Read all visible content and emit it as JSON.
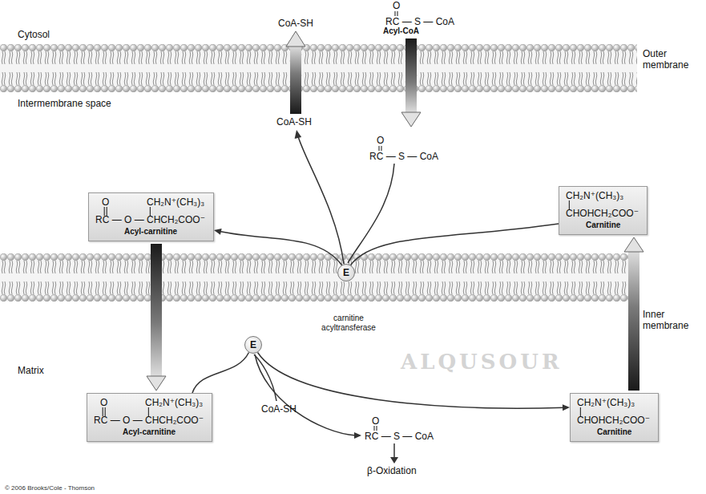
{
  "diagram": {
    "nodes": [
      {
        "text": [
          "O",
          "CH₂N⁺(CH₃)₃",
          "RC — O — CHCH₂COO⁻",
          "Acyl-carnitine"
        ]
      },
      {
        "text": [
          "CH₂N⁺(CH₃)₃",
          "CHOHCH₂COO⁻",
          "Carnitine"
        ]
      },
      {
        "text": [
          "E"
        ]
      },
      {
        "text": [
          "E"
        ]
      },
      {
        "text": [
          "O",
          "CH₂N⁺(CH₃)₃",
          "RC — O — CHCH₂COO⁻",
          "Acyl-carnitine"
        ]
      },
      {
        "text": [
          "CH₂N⁺(CH₃)₃",
          "CHOHCH₂COO⁻",
          "Carnitine"
        ]
      }
    ],
    "edges": [
      {
        "from": 1,
        "to": 2,
        "arrow": "none"
      },
      {
        "from": 2,
        "to": 0,
        "arrow": "to"
      },
      {
        "from": 0,
        "to": 4,
        "arrow": "to"
      },
      {
        "from": 4,
        "to": 3,
        "arrow": "none"
      },
      {
        "from": 3,
        "to": 5,
        "arrow": "to"
      },
      {
        "from": 5,
        "to": 1,
        "arrow": "to"
      }
    ],
    "labels": [
      "Cytosol",
      "Outer membrane",
      "Intermembrane space",
      "O",
      "RC — S — CoA",
      "Acyl-CoA",
      "CoA-SH",
      "CoA-SH",
      "O",
      "RC — S — CoA",
      "Inner membrane",
      "carnitine acyltransferase",
      "Matrix",
      "CoA-SH",
      "O",
      "RC — S — CoA",
      "β-Oxidation",
      "© 2006 Brooks/Cole - Thomson",
      "ALQUSOUR"
    ]
  }
}
